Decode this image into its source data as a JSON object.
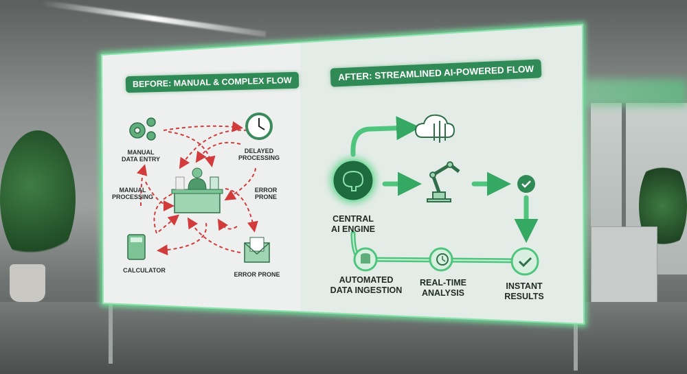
{
  "before": {
    "title": "BEFORE: MANUAL & COMPLEX FLOW",
    "nodes": {
      "manual_data_entry": [
        "MANUAL",
        "DATA ENTRY"
      ],
      "delayed_processing": [
        "DELAYED",
        "PROCESSING"
      ],
      "manual_processing": [
        "MANUAL",
        "PROCESSING"
      ],
      "error_prone_side": [
        "ERROR",
        "PRONE"
      ],
      "calculator": "CALCULATOR",
      "error_prone_bottom": "ERROR PRONE"
    }
  },
  "after": {
    "title": "AFTER: STREAMLINED AI-POWERED FLOW",
    "nodes": {
      "central_ai_engine": [
        "CENTRAL",
        "AI ENGINE"
      ],
      "automated_data_ingestion": [
        "AUTOMATED",
        "DATA INGESTION"
      ],
      "real_time_analysis": [
        "REAL-TIME",
        "ANALYSIS"
      ],
      "instant_results": [
        "INSTANT",
        "RESULTS"
      ]
    }
  },
  "colors": {
    "accent_green": "#2f8a55",
    "arrow_red": "#d23b3b",
    "glow_green": "#5fd08a"
  }
}
